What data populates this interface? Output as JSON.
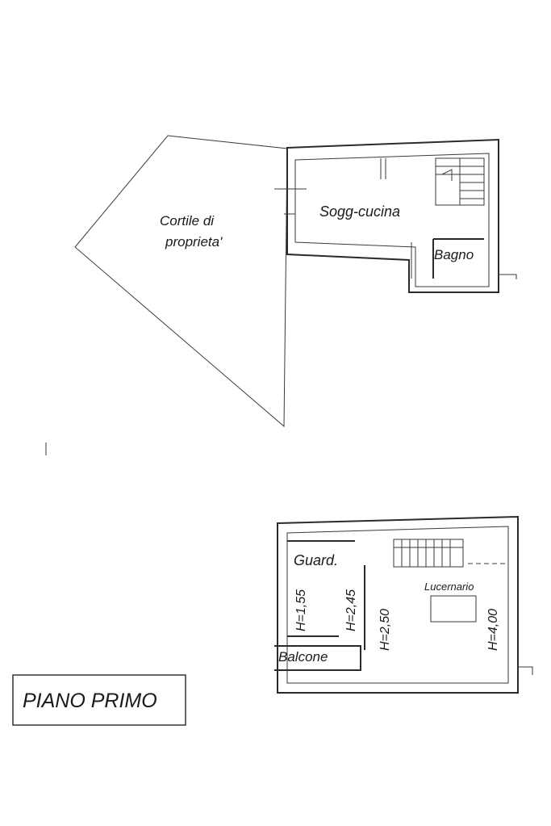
{
  "ground_floor": {
    "courtyard_label_line1": "Cortile di",
    "courtyard_label_line2": "proprieta'",
    "kitchen_label": "Sogg-cucina",
    "bathroom_label": "Bagno"
  },
  "first_floor": {
    "title": "PIANO PRIMO",
    "wardrobe_label": "Guard.",
    "skylight_label": "Lucernario",
    "balcony_label": "Balcone",
    "heights": [
      "H=1,55",
      "H=2,45",
      "H=2,50",
      "H=4,00"
    ]
  },
  "colors": {
    "ink": "#2a2a2a",
    "paper": "#ffffff"
  }
}
